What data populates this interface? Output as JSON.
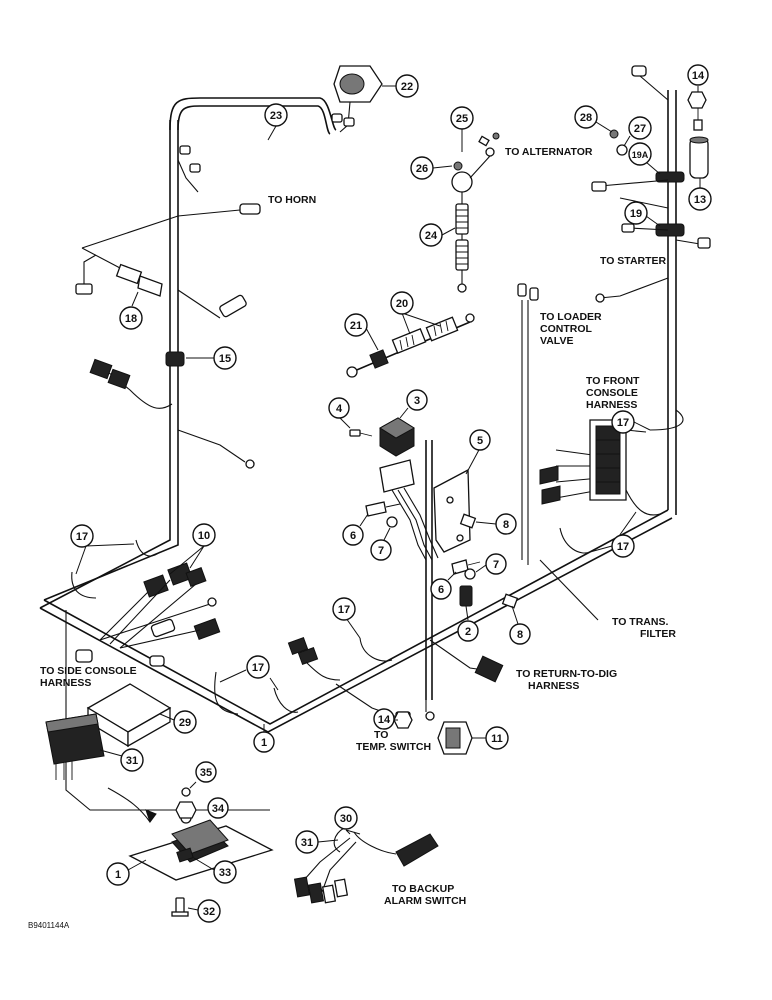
{
  "callouts": {
    "c1a": "1",
    "c1b": "1",
    "c2": "2",
    "c3": "3",
    "c4": "4",
    "c5": "5",
    "c6a": "6",
    "c6b": "6",
    "c7a": "7",
    "c7b": "7",
    "c8a": "8",
    "c8b": "8",
    "c10": "10",
    "c11": "11",
    "c13": "13",
    "c14a": "14",
    "c14b": "14",
    "c15": "15",
    "c17a": "17",
    "c17b": "17",
    "c17c": "17",
    "c17d": "17",
    "c17e": "17",
    "c18": "18",
    "c19": "19",
    "c19a": "19A",
    "c20": "20",
    "c21": "21",
    "c22": "22",
    "c23": "23",
    "c24": "24",
    "c25": "25",
    "c26": "26",
    "c27": "27",
    "c28": "28",
    "c29": "29",
    "c30": "30",
    "c31a": "31",
    "c31b": "31",
    "c32": "32",
    "c33": "33",
    "c34": "34",
    "c35": "35"
  },
  "labels": {
    "horn": "TO HORN",
    "alternator": "TO ALTERNATOR",
    "starter": "TO STARTER",
    "loader_1": "TO LOADER",
    "loader_2": "CONTROL",
    "loader_3": "VALVE",
    "front_1": "TO FRONT",
    "front_2": "CONSOLE",
    "front_3": "HARNESS",
    "trans_1": "TO TRANS.",
    "trans_2": "FILTER",
    "return_1": "TO RETURN-TO-DIG",
    "return_2": "HARNESS",
    "temp_1": "TO",
    "temp_2": "TEMP. SWITCH",
    "side_1": "TO SIDE CONSOLE",
    "side_2": "HARNESS",
    "backup_1": "TO BACKUP",
    "backup_2": "ALARM SWITCH"
  },
  "figure_code": "B9401144A"
}
